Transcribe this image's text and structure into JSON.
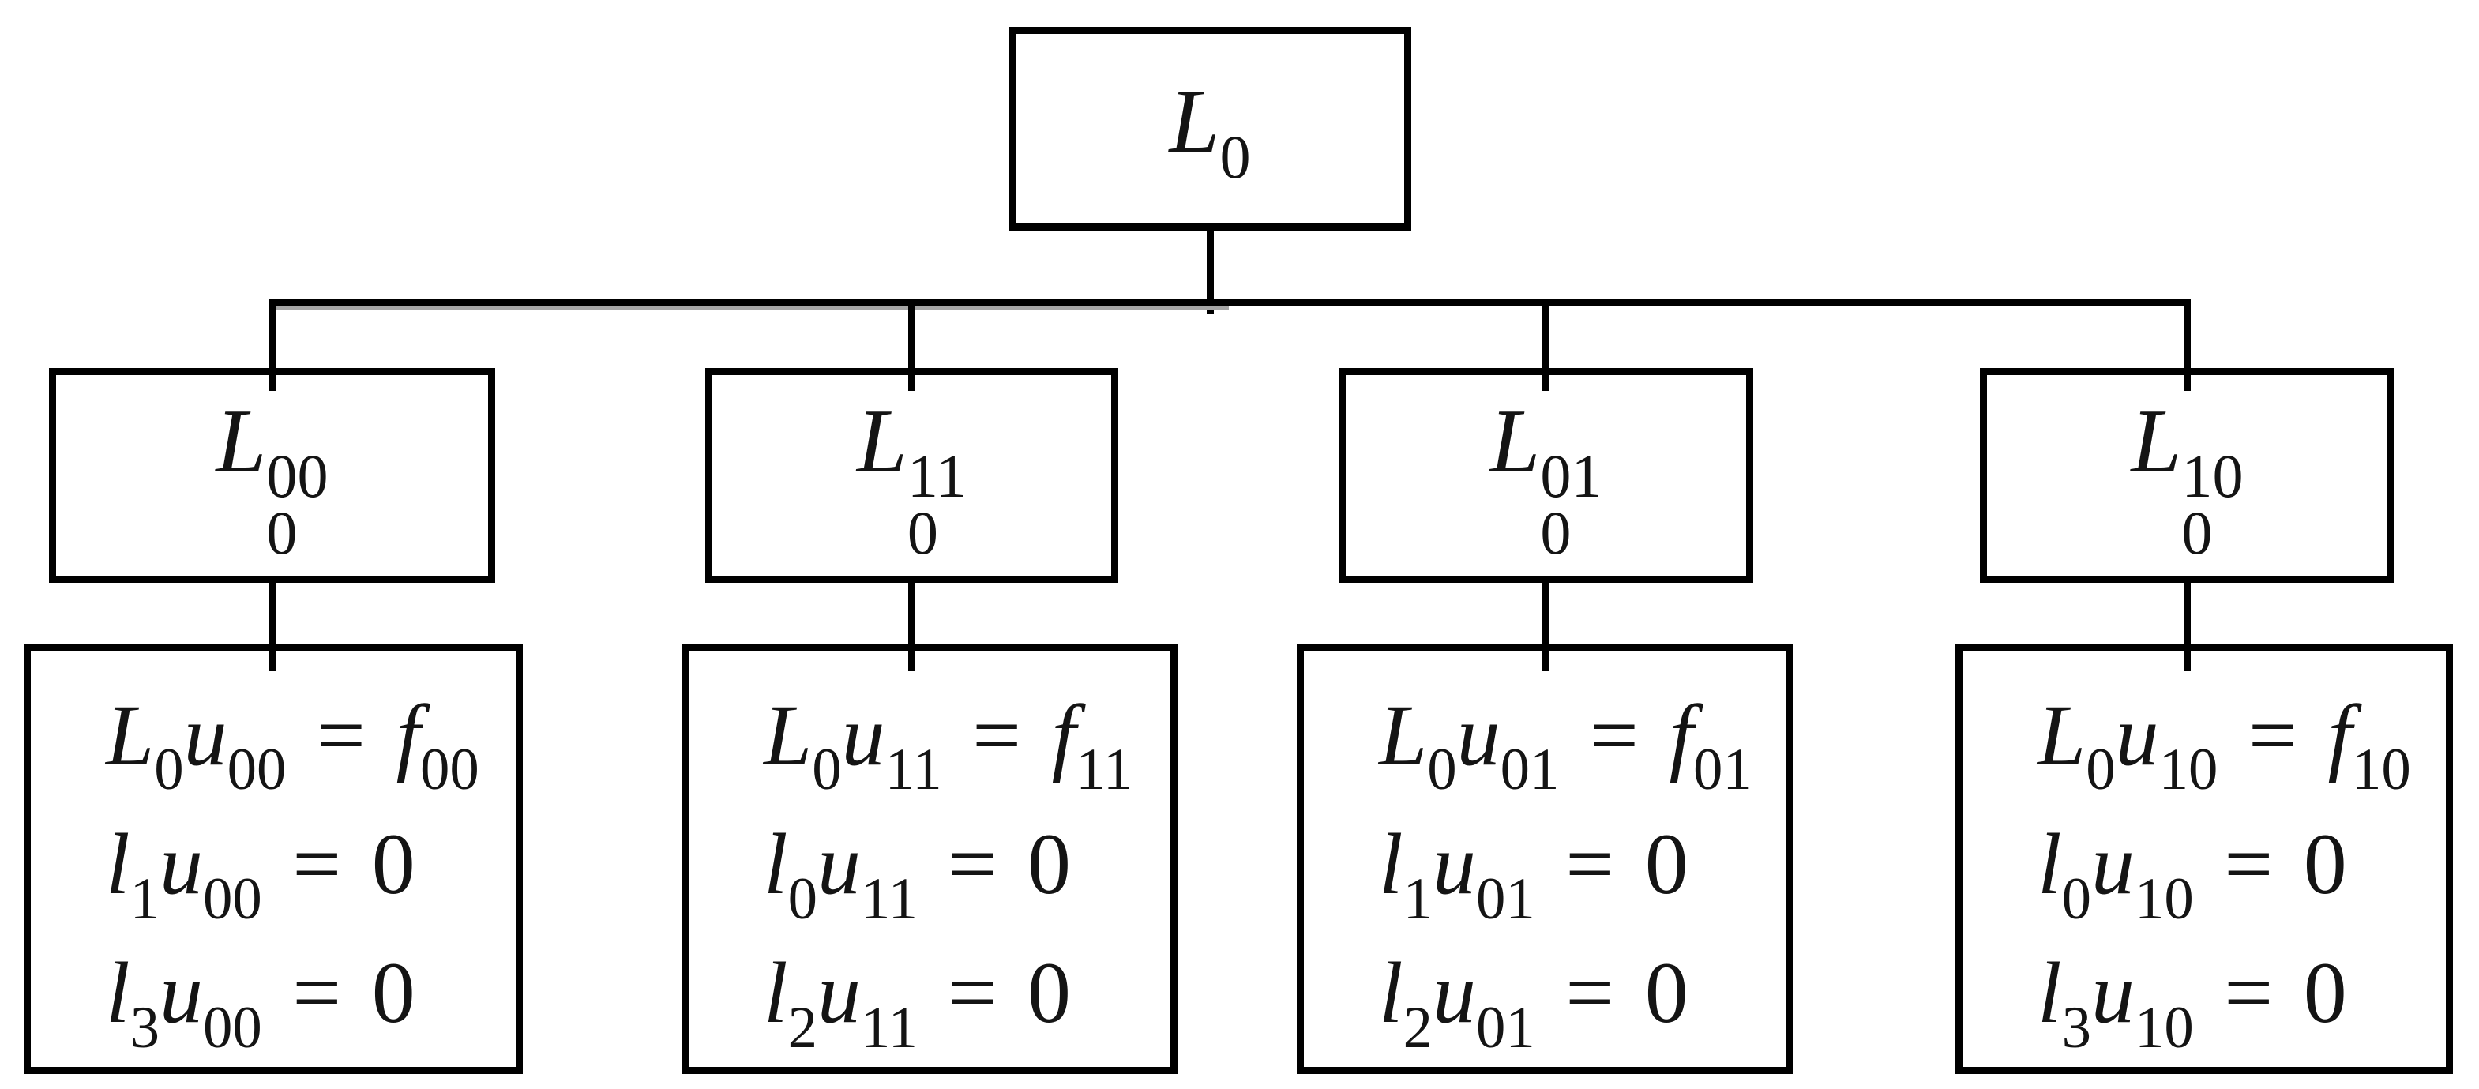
{
  "diagram": {
    "root": {
      "label": "L_{0}"
    },
    "branches": [
      {
        "node_label": "L^{00}_{0}",
        "equations": [
          "L_{0}u_{00} = f_{00}",
          "l_{1}u_{00} = 0",
          "l_{3}u_{00} = 0"
        ]
      },
      {
        "node_label": "L^{11}_{0}",
        "equations": [
          "L_{0}u_{11} = f_{11}",
          "l_{0}u_{11} = 0",
          "l_{2}u_{11} = 0"
        ]
      },
      {
        "node_label": "L^{01}_{0}",
        "equations": [
          "L_{0}u_{01} = f_{01}",
          "l_{1}u_{01} = 0",
          "l_{2}u_{01} = 0"
        ]
      },
      {
        "node_label": "L^{10}_{0}",
        "equations": [
          "L_{0}u_{10} = f_{10}",
          "l_{0}u_{10} = 0",
          "l_{3}u_{10} = 0"
        ]
      }
    ],
    "colors": {
      "line": "#000000",
      "box_border": "#000000",
      "background": "#ffffff",
      "rail_shadow": "#a6a6a6"
    }
  }
}
